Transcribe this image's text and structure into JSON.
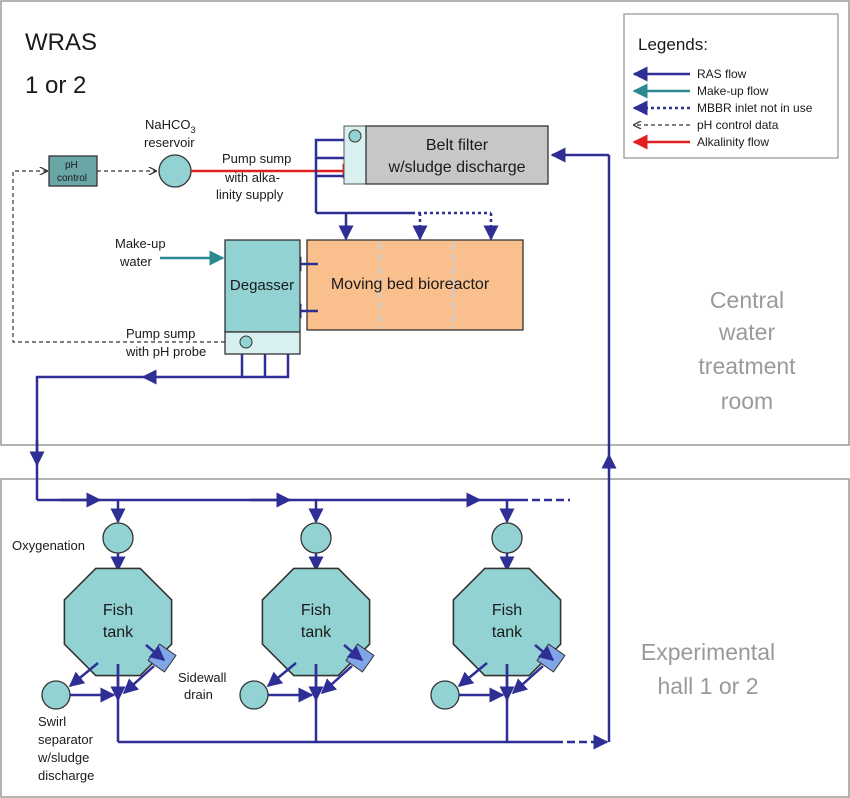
{
  "title": {
    "line1": "WRAS",
    "line2": "1 or 2"
  },
  "rooms": {
    "central": [
      "Central",
      "water",
      "treatment",
      "room"
    ],
    "hall": [
      "Experimental",
      "hall 1 or 2"
    ]
  },
  "legend": {
    "title": "Legends:",
    "items": [
      {
        "label": "RAS flow",
        "color": "#2e2e94",
        "style": "solid",
        "head": "filled"
      },
      {
        "label": "Make-up flow",
        "color": "#2a8a8f",
        "style": "solid",
        "head": "filled"
      },
      {
        "label": "MBBR inlet not in use",
        "color": "#2e2e94",
        "style": "dotted",
        "head": "filled"
      },
      {
        "label": "pH control data",
        "color": "#333333",
        "style": "dashed",
        "head": "open"
      },
      {
        "label": "Alkalinity flow",
        "color": "#e02020",
        "style": "solid",
        "head": "filled"
      }
    ]
  },
  "labels": {
    "ph_control": [
      "pH",
      "control"
    ],
    "reservoir": [
      "NaHCO",
      "3",
      "reservoir"
    ],
    "pump_sump_alk": [
      "Pump sump",
      "with alka-",
      "linity supply"
    ],
    "belt_filter": [
      "Belt filter",
      "w/sludge discharge"
    ],
    "makeup_water": [
      "Make-up",
      "water"
    ],
    "degasser": "Degasser",
    "mbbr": "Moving bed bioreactor",
    "pump_sump_ph": [
      "Pump sump",
      "with pH probe"
    ],
    "oxygenation": "Oxygenation",
    "fish_tank": [
      "Fish",
      "tank"
    ],
    "sidewall_drain": [
      "Sidewall",
      "drain"
    ],
    "swirl_separator": [
      "Swirl",
      "separator",
      "w/sludge",
      "discharge"
    ]
  },
  "colors": {
    "ras": "#2e2e94",
    "makeup": "#2a8a8f",
    "alkalinity": "#e02020",
    "tank_fill": "#93d2d2",
    "mbbr_fill": "#f9c08e",
    "belt_fill": "#c7c7c7",
    "room_border": "#9a9a9a"
  }
}
